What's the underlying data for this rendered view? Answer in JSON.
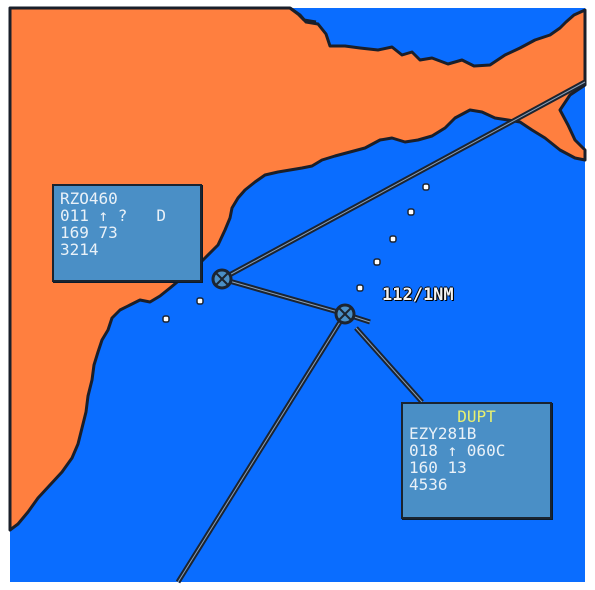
{
  "map": {
    "sea_color": "#0a6dff",
    "land_color": "#ff7f3f",
    "coast_color": "#1a1f2a",
    "track_color": "#1c2430",
    "history_dot_color": "#ffffff"
  },
  "aircraft": [
    {
      "callsign": "RZO460",
      "line2": "011 ↑ ?   D",
      "line3": "169 73",
      "line4": "3214"
    },
    {
      "sector": "DUPT",
      "callsign": "EZY281B",
      "line2": "018 ↑ 060C",
      "line3": "160 13",
      "line4": "4536"
    }
  ],
  "range_bearing": {
    "text": "112/1NM"
  }
}
